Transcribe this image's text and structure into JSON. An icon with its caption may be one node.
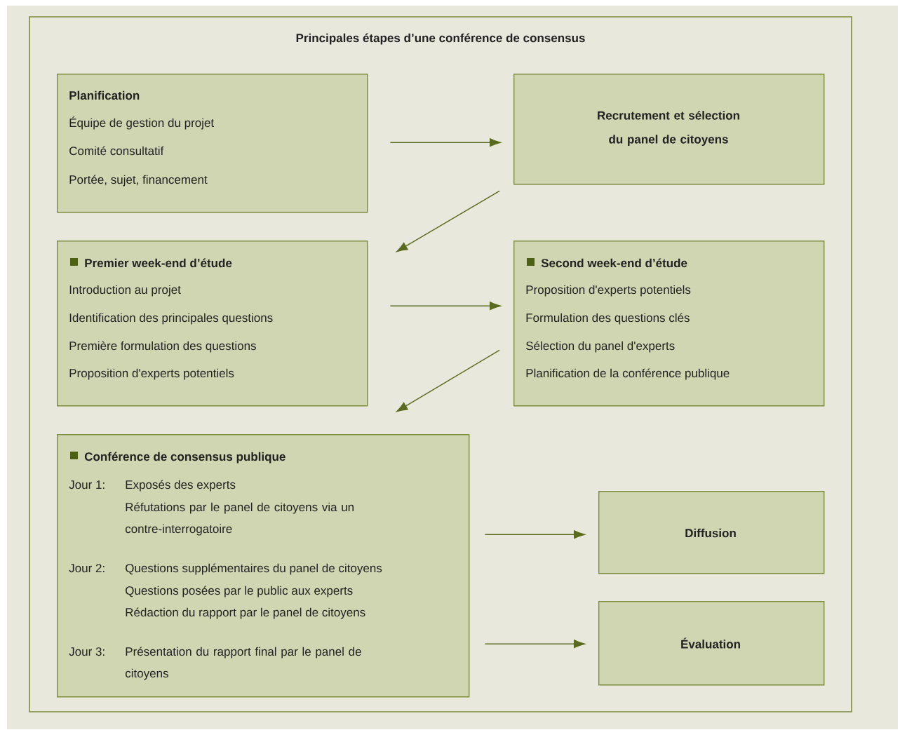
{
  "diagram": {
    "title": "Principales étapes d’une conférence de consensus",
    "nodes": [
      {
        "text": [
          "Planification",
          "Équipe de gestion du projet",
          "Comité consultatif",
          "Portée, sujet, financement"
        ]
      },
      {
        "text": [
          "Recrutement et sélection du panel de citoyens"
        ]
      },
      {
        "text": [
          "Premier week-end d’étude",
          "Introduction au projet",
          "Identification des principales questions",
          "Première formulation des questions",
          "Proposition d'experts potentiels"
        ]
      },
      {
        "text": [
          "Second week-end d’étude",
          "Proposition d'experts potentiels",
          "Formulation des questions clés",
          "Sélection du panel d'experts",
          "Planification de la conférence publique"
        ]
      },
      {
        "text": [
          "Conférence de consensus publique",
          "Jour 1:",
          "Exposés des experts",
          "Réfutations par le panel de citoyens via un contre-interrogatoire",
          "Jour 2:",
          "Questions supplémentaires du panel de citoyens",
          "Questions posées par le public aux experts",
          "Rédaction du rapport par le panel de citoyens",
          "Jour 3:",
          "Présentation du rapport final par le panel de citoyens"
        ]
      },
      {
        "text": [
          "Diffusion"
        ]
      },
      {
        "text": [
          "Évaluation"
        ]
      }
    ],
    "edges": [
      {
        "from": 0,
        "to": 1,
        "arrow": "to"
      },
      {
        "from": 1,
        "to": 2,
        "arrow": "to"
      },
      {
        "from": 2,
        "to": 3,
        "arrow": "to"
      },
      {
        "from": 3,
        "to": 4,
        "arrow": "to"
      },
      {
        "from": 4,
        "to": 5,
        "arrow": "to"
      },
      {
        "from": 4,
        "to": 6,
        "arrow": "to"
      }
    ]
  }
}
